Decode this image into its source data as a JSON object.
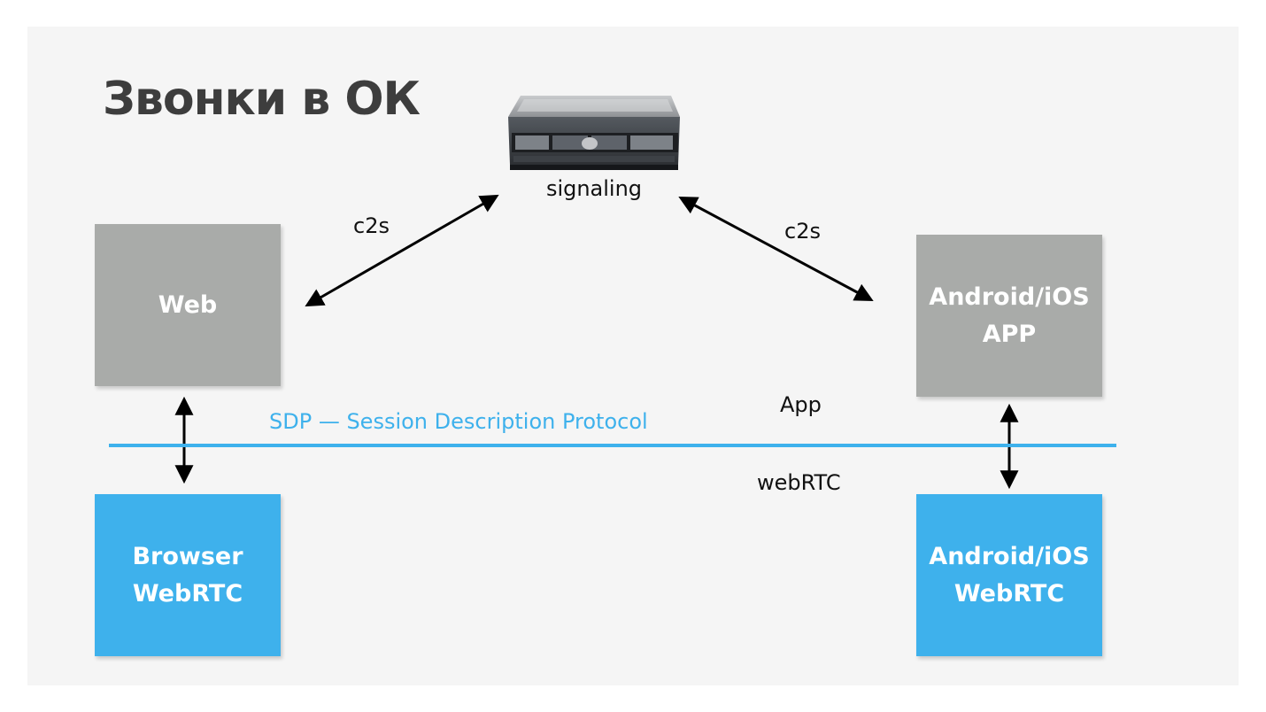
{
  "title": "Звонки в ОК",
  "server": {
    "label": "signaling"
  },
  "boxes": {
    "web": "Web",
    "app": "Android/iOS\nAPP",
    "browser_webrtc": "Browser\nWebRTC",
    "mobile_webrtc": "Android/iOS\nWebRTC"
  },
  "edges": {
    "left_c2s": "c2s",
    "right_c2s": "c2s"
  },
  "layers": {
    "sdp": "SDP — Session Description Protocol",
    "app": "App",
    "webrtc": "webRTC"
  },
  "colors": {
    "gray": "#a9aba9",
    "blue": "#3eb1ec",
    "title": "#3d3d3d"
  },
  "icons": {
    "server": "rack-server-icon"
  }
}
